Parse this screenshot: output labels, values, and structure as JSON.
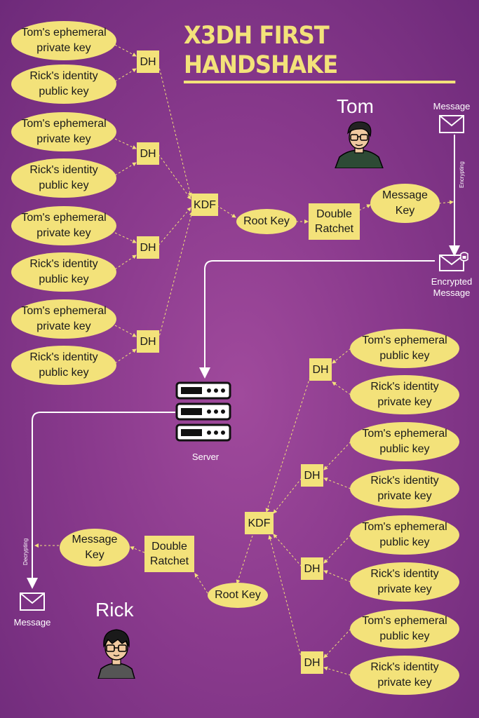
{
  "title": "X3DH FIRST HANDSHAKE",
  "tom": {
    "name": "Tom",
    "key_pairs": [
      {
        "ephemeral": "Tom's ephemeral\nprivate key",
        "identity": "Rick's identity\npublic key",
        "op": "DH"
      },
      {
        "ephemeral": "Tom's ephemeral\nprivate key",
        "identity": "Rick's identity\npublic key",
        "op": "DH"
      },
      {
        "ephemeral": "Tom's ephemeral\nprivate key",
        "identity": "Rick's identity\npublic key",
        "op": "DH"
      },
      {
        "ephemeral": "Tom's ephemeral\nprivate key",
        "identity": "Rick's identity\npublic key",
        "op": "DH"
      }
    ],
    "kdf": "KDF",
    "root_key": "Root Key",
    "ratchet": "Double\nRatchet",
    "message_key": "Message\nKey",
    "message": "Message",
    "encrypting": "Encrypting",
    "encrypted_message": "Encrypted\nMessage"
  },
  "server": {
    "label": "Server"
  },
  "rick": {
    "name": "Rick",
    "key_pairs": [
      {
        "ephemeral": "Tom's ephemeral\npublic key",
        "identity": "Rick's identity\nprivate key",
        "op": "DH"
      },
      {
        "ephemeral": "Tom's ephemeral\npublic key",
        "identity": "Rick's identity\nprivate key",
        "op": "DH"
      },
      {
        "ephemeral": "Tom's ephemeral\npublic key",
        "identity": "Rick's identity\nprivate key",
        "op": "DH"
      },
      {
        "ephemeral": "Tom's ephemeral\npublic key",
        "identity": "Rick's identity\nprivate key",
        "op": "DH"
      }
    ],
    "kdf": "KDF",
    "root_key": "Root Key",
    "ratchet": "Double\nRatchet",
    "message_key": "Message\nKey",
    "decrypting": "Decrypting",
    "message": "Message"
  },
  "colors": {
    "accent": "#f3e27a",
    "background": "#8a3a8d",
    "line": "#ffffff"
  },
  "icons": [
    "envelope-icon",
    "envelope-lock-icon",
    "server-icon",
    "tom-avatar-icon",
    "rick-avatar-icon"
  ]
}
